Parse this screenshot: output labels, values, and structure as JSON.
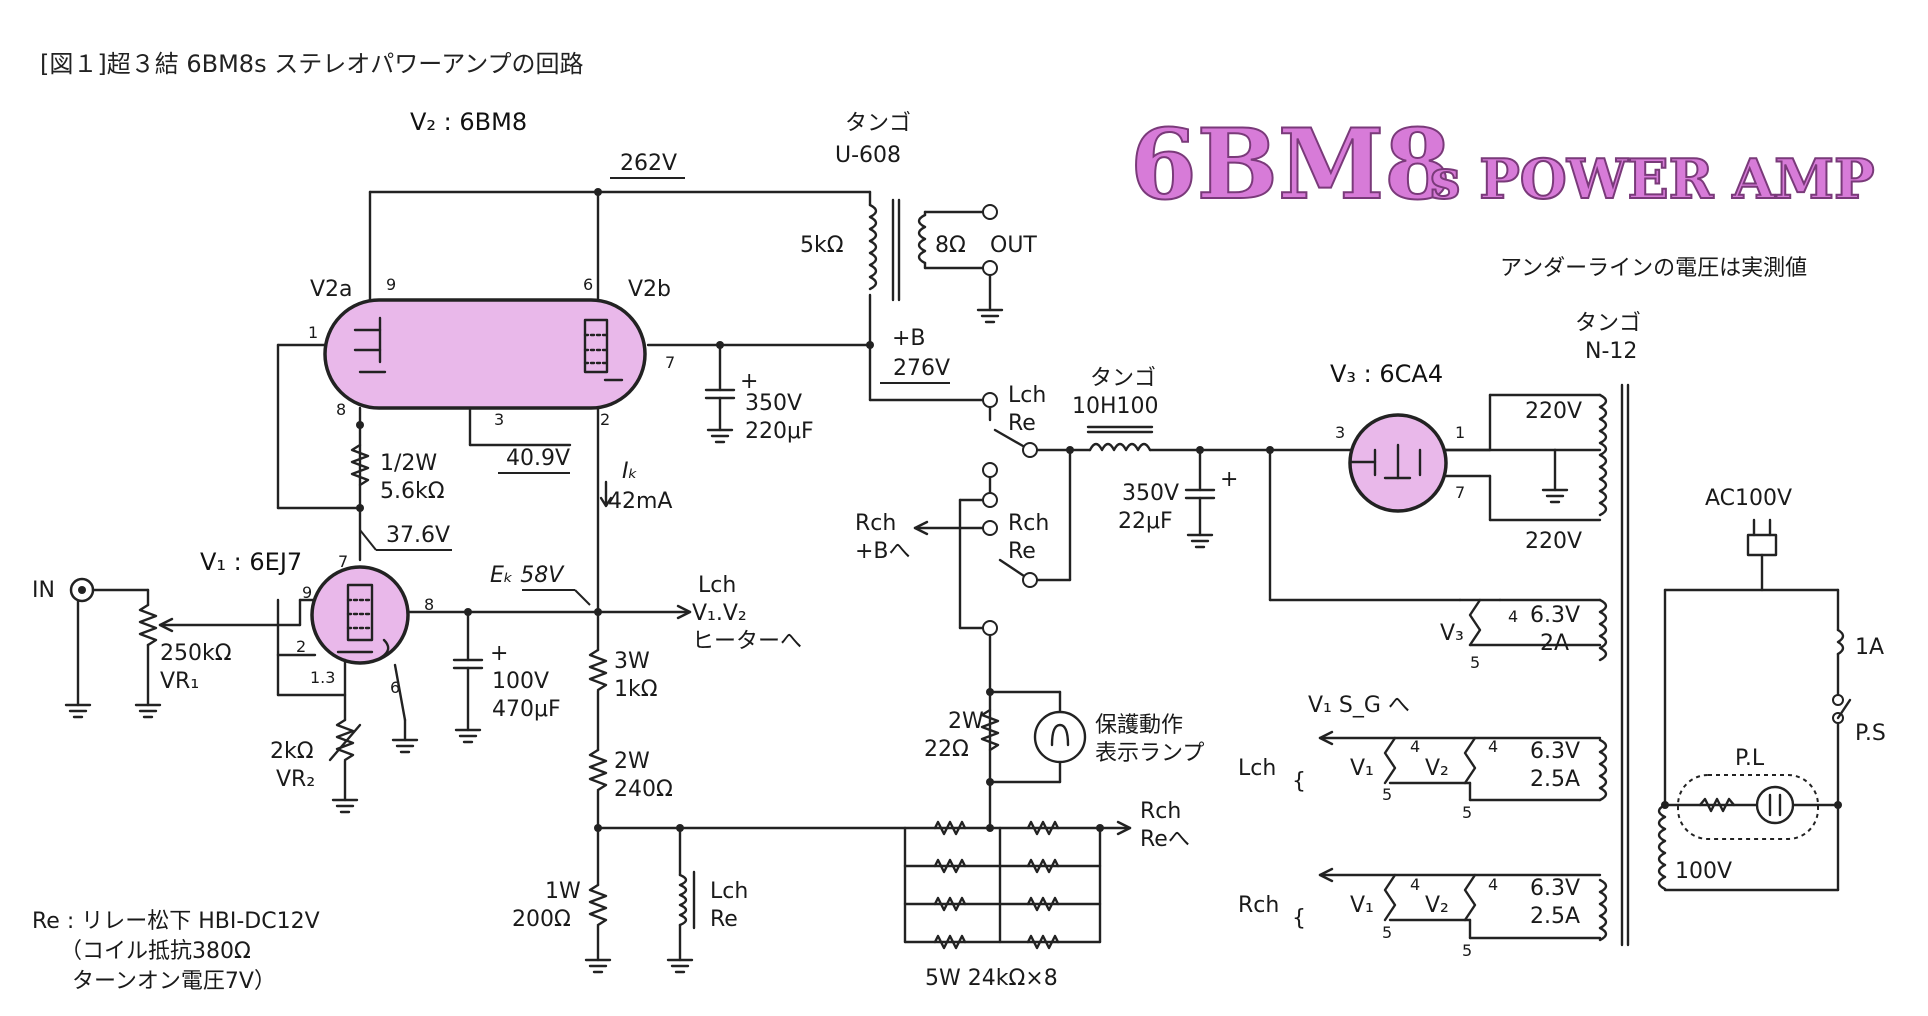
{
  "figure_caption": "[図１]超３結 6BM8s ステレオパワーアンプの回路",
  "banner": {
    "main": "6BM8",
    "sub": "s POWER AMP"
  },
  "note_measured": "アンダーラインの電圧は実測値",
  "tubes": {
    "v2": "V₂ : 6BM8",
    "v2a": "V2a",
    "v2b": "V2b",
    "v1": "V₁ : 6EJ7",
    "v3": "V₃ : 6CA4"
  },
  "pins": {
    "v2_9": "9",
    "v2_6": "6",
    "v2_1": "1",
    "v2_8": "8",
    "v2_3": "3",
    "v2_2": "2",
    "v2_7": "7",
    "v1_7": "7",
    "v1_9": "9",
    "v1_8": "8",
    "v1_2": "2",
    "v1_13": "1.3",
    "v1_6": "6",
    "v3_3": "3",
    "v3_1": "1",
    "v3_7": "7"
  },
  "voltages": {
    "v262": "262V",
    "v276": "276V",
    "v409": "40.9V",
    "v376": "37.6V",
    "ek": "Eₖ 58V"
  },
  "labels": {
    "ot_name": "タンゴ",
    "ot_model": "U-608",
    "ot_5k": "5kΩ",
    "ot_8": "8Ω",
    "out": "OUT",
    "plusb": "+B",
    "cap1_v": "350V",
    "cap1_c": "220μF",
    "r_half": "1/2W",
    "r_56k": "5.6kΩ",
    "ik": "Iₖ",
    "ik_val": "42mA",
    "in": "IN",
    "vr1_v": "250kΩ",
    "vr1_n": "VR₁",
    "vr2_v": "2kΩ",
    "vr2_n": "VR₂",
    "cap2_v": "100V",
    "cap2_c": "470μF",
    "r3w": "3W",
    "r1k": "1kΩ",
    "r2w": "2W",
    "r240": "240Ω",
    "r1w": "1W",
    "r200": "200Ω",
    "lch_re": "Lch",
    "lch_re2": "Re",
    "heater_lch": "Lch",
    "heater_to1": "V₁.V₂",
    "heater_to2": "ヒーターへ",
    "relay_lch": "Lch",
    "relay_re": "Re",
    "relay_rch": "Rch",
    "relay_rch_re": "Re",
    "rch_b1": "Rch",
    "rch_b2": "+Bへ",
    "choke_name": "タンゴ",
    "choke_model": "10H100",
    "cap3_v": "350V",
    "cap3_c": "22μF",
    "lamp_r1": "2W",
    "lamp_r2": "22Ω",
    "lamp1": "保護動作",
    "lamp2": "表示ランプ",
    "rch_re1": "Rch",
    "rch_re2": "Reへ",
    "res_bank": "5W 24kΩ×8",
    "pt_name": "タンゴ",
    "pt_model": "N-12",
    "pt_220a": "220V",
    "pt_220b": "220V",
    "v3h": "V₃",
    "h4": "4",
    "h5": "5",
    "h63a": "6.3V",
    "h2a": "2A",
    "sg": "V₁ S_G へ",
    "lch_h": "Lch",
    "rch_h": "Rch",
    "v1h": "V₁",
    "v2h": "V₂",
    "h63b": "6.3V",
    "h25a": "2.5A",
    "h63c": "6.3V",
    "h25b": "2.5A",
    "ac": "AC100V",
    "fuse": "1A",
    "ps": "P.S",
    "pl": "P.L",
    "pri": "100V",
    "relay_note1": "Re : リレー松下 HBI-DC12V",
    "relay_note2": "（コイル抵抗380Ω",
    "relay_note3": "ターンオン電圧7V）"
  }
}
